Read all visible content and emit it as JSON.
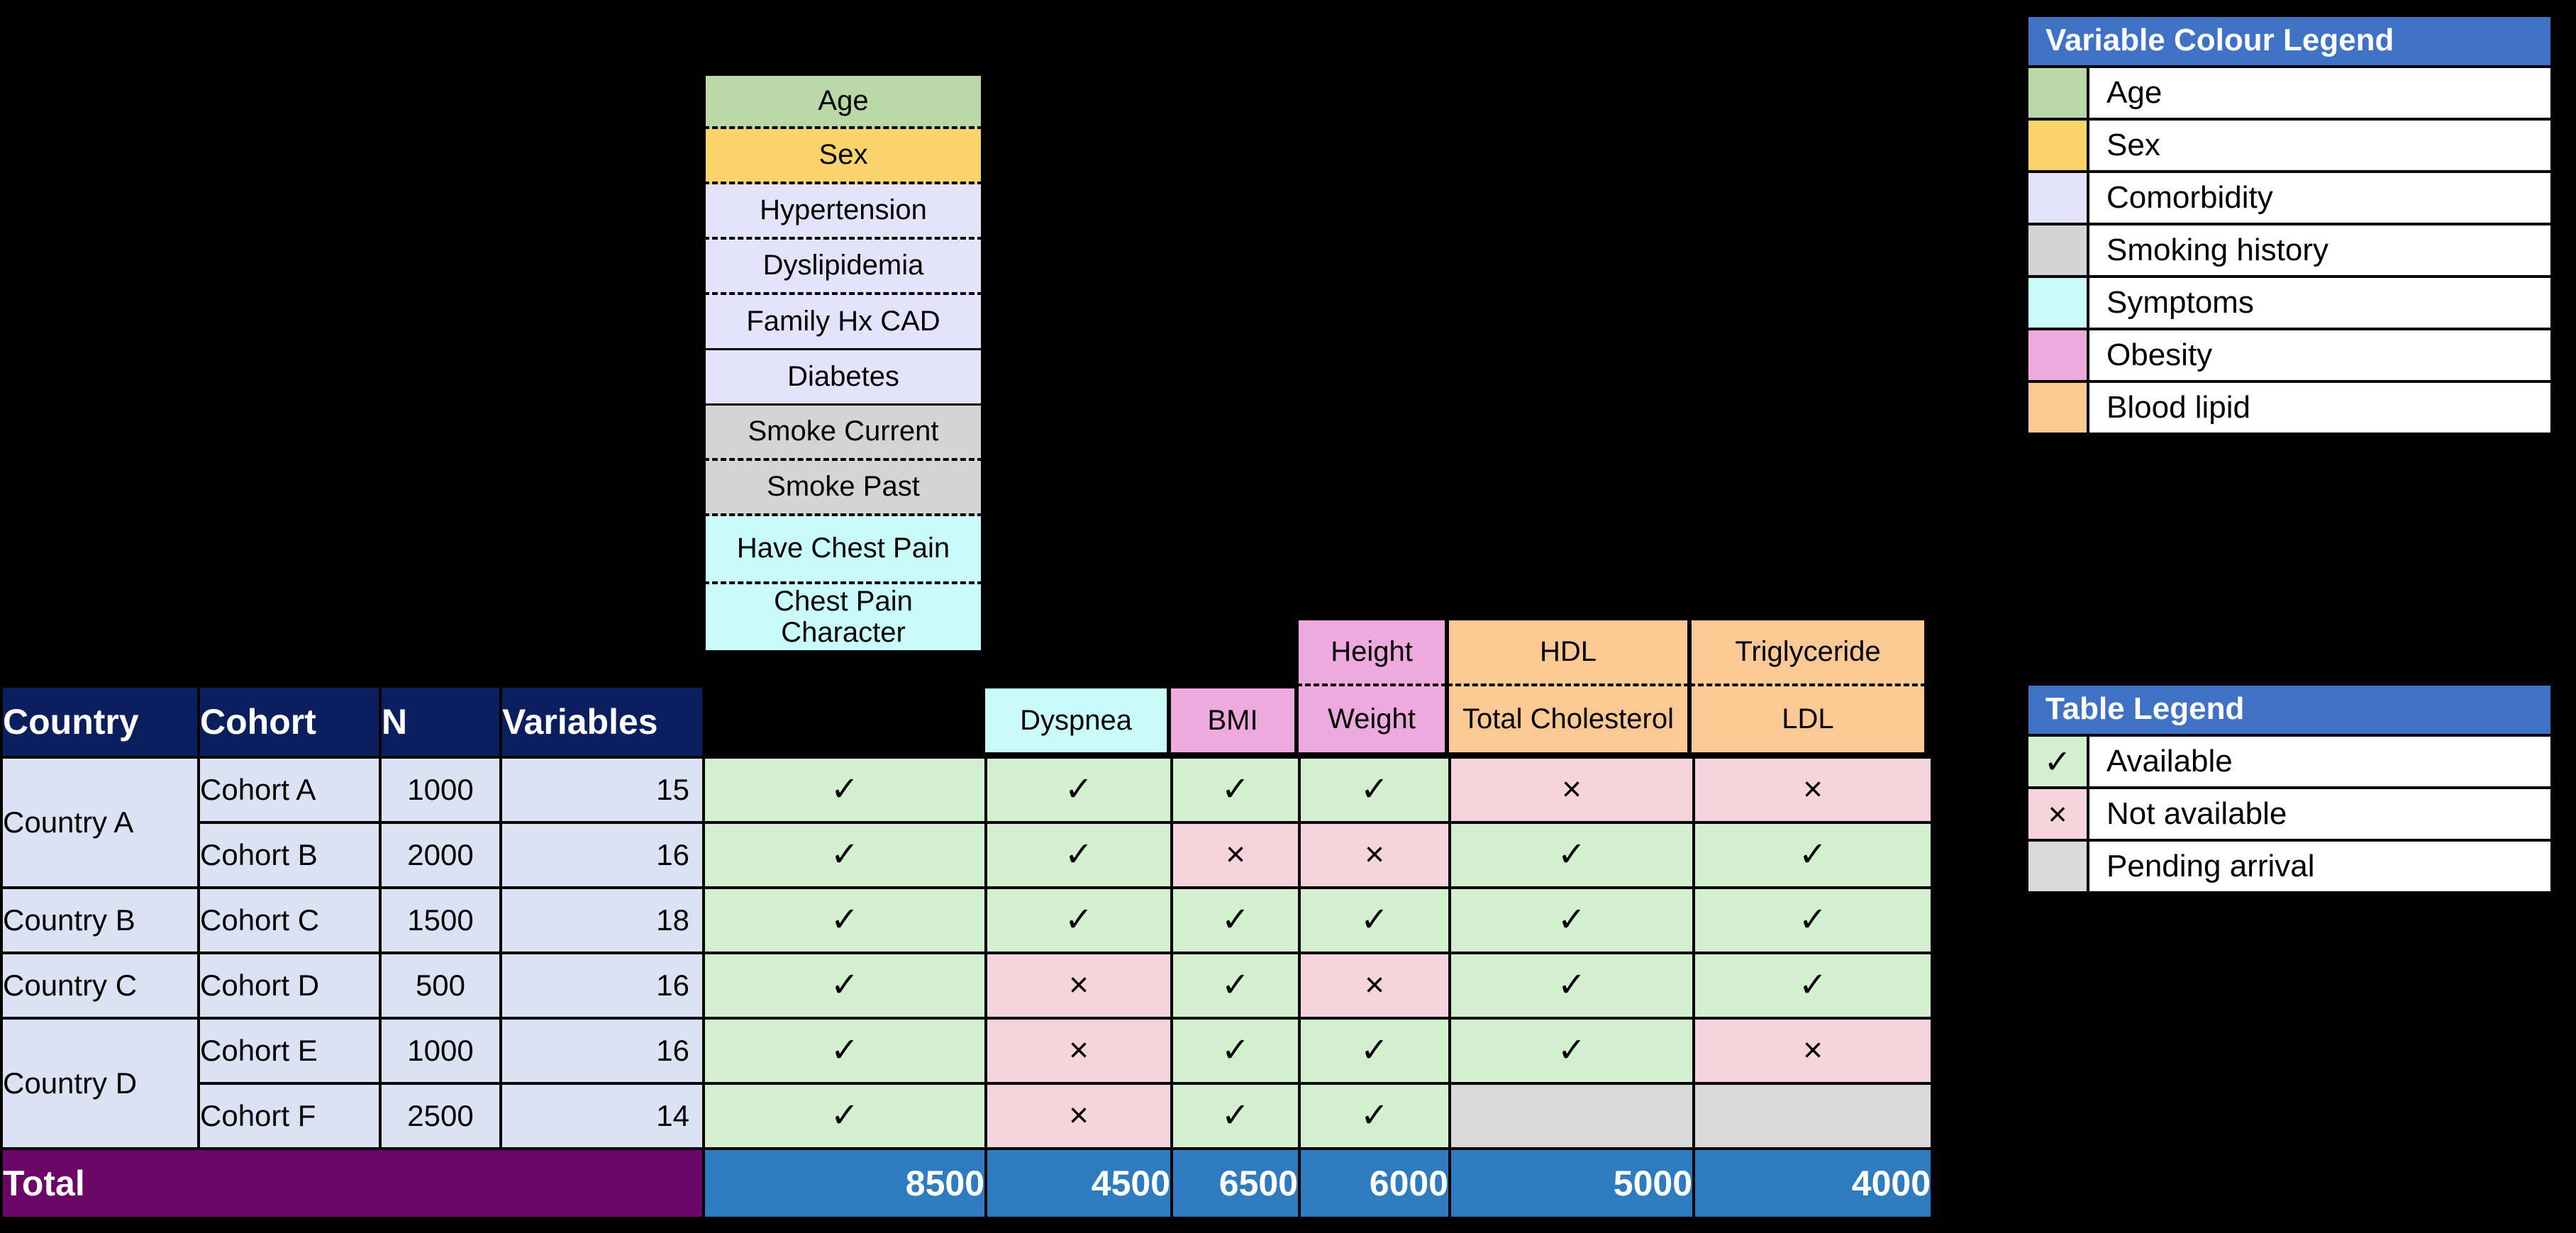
{
  "variable_stack": [
    {
      "label": "Age",
      "color": "#b9d8a5",
      "sep": "dash"
    },
    {
      "label": "Sex",
      "color": "#fad46b",
      "sep": "dash"
    },
    {
      "label": "Hypertension",
      "color": "#e5e3fb",
      "sep": "dash"
    },
    {
      "label": "Dyslipidemia",
      "color": "#e5e3fb",
      "sep": "dash"
    },
    {
      "label": "Family Hx CAD",
      "color": "#e5e3fb",
      "sep": "solid"
    },
    {
      "label": "Diabetes",
      "color": "#e5e3fb",
      "sep": "solid"
    },
    {
      "label": "Smoke Current",
      "color": "#d4d4d4",
      "sep": "dash"
    },
    {
      "label": "Smoke Past",
      "color": "#d4d4d4",
      "sep": "dash"
    },
    {
      "label": "Have Chest Pain",
      "color": "#c9fbfb",
      "sep": "dash"
    },
    {
      "label": "Chest Pain Character",
      "color": "#c9fbfb",
      "sep": "solid"
    }
  ],
  "right_headers": [
    {
      "top": "",
      "bottom": "Dyspnea",
      "color": "#c9fbfb"
    },
    {
      "top": "",
      "bottom": "BMI",
      "color": "#eeaadf"
    },
    {
      "top": "Height",
      "bottom": "Weight",
      "color": "#eeaadf"
    },
    {
      "top": "HDL",
      "bottom": "Total Cholesterol",
      "color": "#fcc894"
    },
    {
      "top": "Triglyceride",
      "bottom": "LDL",
      "color": "#fcc894"
    }
  ],
  "table": {
    "headers": [
      "Country",
      "Cohort",
      "N",
      "Variables"
    ],
    "rows": [
      {
        "country": "Country A",
        "country_rowspan": 2,
        "cohort": "Cohort A",
        "n": "1000",
        "variables": "15",
        "marks": [
          "yes",
          "yes",
          "yes",
          "yes",
          "no",
          "no"
        ]
      },
      {
        "country": "",
        "country_rowspan": 0,
        "cohort": "Cohort B",
        "n": "2000",
        "variables": "16",
        "marks": [
          "yes",
          "yes",
          "no",
          "no",
          "yes",
          "yes"
        ]
      },
      {
        "country": "Country B",
        "country_rowspan": 1,
        "cohort": "Cohort C",
        "n": "1500",
        "variables": "18",
        "marks": [
          "yes",
          "yes",
          "yes",
          "yes",
          "yes",
          "yes"
        ]
      },
      {
        "country": "Country C",
        "country_rowspan": 1,
        "cohort": "Cohort D",
        "n": "500",
        "variables": "16",
        "marks": [
          "yes",
          "no",
          "yes",
          "no",
          "yes",
          "yes"
        ]
      },
      {
        "country": "Country D",
        "country_rowspan": 2,
        "cohort": "Cohort E",
        "n": "1000",
        "variables": "16",
        "marks": [
          "yes",
          "no",
          "yes",
          "yes",
          "yes",
          "no"
        ]
      },
      {
        "country": "",
        "country_rowspan": 0,
        "cohort": "Cohort F",
        "n": "2500",
        "variables": "14",
        "marks": [
          "yes",
          "no",
          "yes",
          "yes",
          "pending",
          "pending"
        ]
      }
    ],
    "total_label": "Total",
    "totals": [
      "8500",
      "4500",
      "6500",
      "6000",
      "5000",
      "4000"
    ]
  },
  "marks": {
    "yes": "✓",
    "no": "×",
    "pending": ""
  },
  "legend_variable": {
    "title": "Variable Colour Legend",
    "items": [
      {
        "label": "Age",
        "color": "#b9d8a5"
      },
      {
        "label": "Sex",
        "color": "#fad46b"
      },
      {
        "label": "Comorbidity",
        "color": "#e5e3fb"
      },
      {
        "label": "Smoking history",
        "color": "#d4d4d4"
      },
      {
        "label": "Symptoms",
        "color": "#c9fbfb"
      },
      {
        "label": "Obesity",
        "color": "#eeaadf"
      },
      {
        "label": "Blood lipid",
        "color": "#fcc894"
      }
    ]
  },
  "legend_table": {
    "title": "Table Legend",
    "items": [
      {
        "glyph": "✓",
        "label": "Available",
        "color": "#d2f0cd"
      },
      {
        "glyph": "×",
        "label": "Not available",
        "color": "#f7d3de"
      },
      {
        "glyph": "",
        "label": "Pending arrival",
        "color": "#d9d9d9"
      }
    ]
  },
  "colors": {
    "header_navy": "#0b1f5e",
    "total_purple": "#6b0566",
    "total_blue": "#2f7bbf",
    "legend_header_blue": "#3f72c4",
    "id_cell_blue": "#dbe2f4",
    "cell_yes_green": "#d2f0cd",
    "cell_no_pink": "#f7d3de",
    "cell_pending_grey": "#d9d9d9"
  }
}
